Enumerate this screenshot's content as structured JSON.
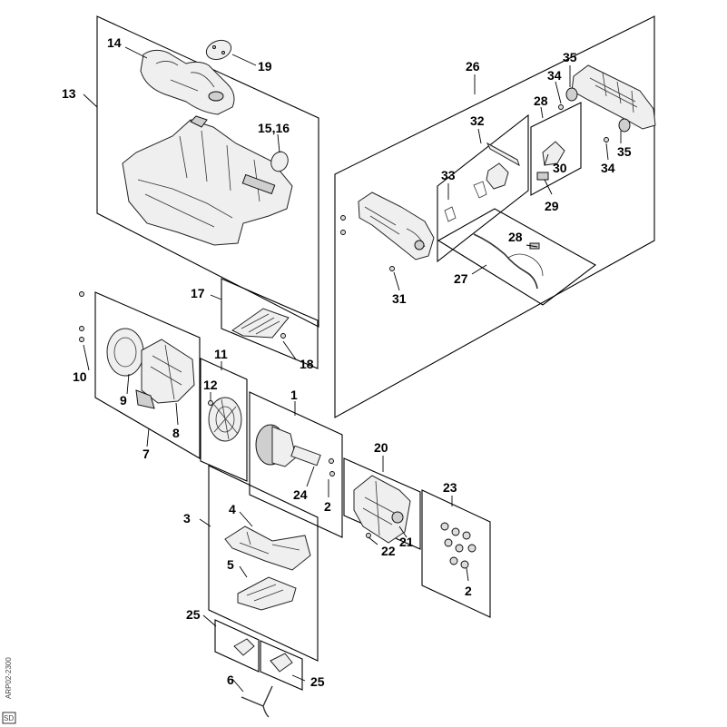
{
  "diagram": {
    "callouts": [
      "14",
      "19",
      "13",
      "15,16",
      "26",
      "35",
      "34",
      "28",
      "32",
      "30",
      "33",
      "29",
      "35",
      "34",
      "28",
      "27",
      "31",
      "17",
      "18",
      "11",
      "12",
      "10",
      "9",
      "8",
      "7",
      "1",
      "24",
      "2",
      "20",
      "23",
      "3",
      "4",
      "5",
      "22",
      "21",
      "2",
      "25",
      "6",
      "25"
    ],
    "side_code": "ARP02-2300",
    "corner_mark": "SD"
  }
}
